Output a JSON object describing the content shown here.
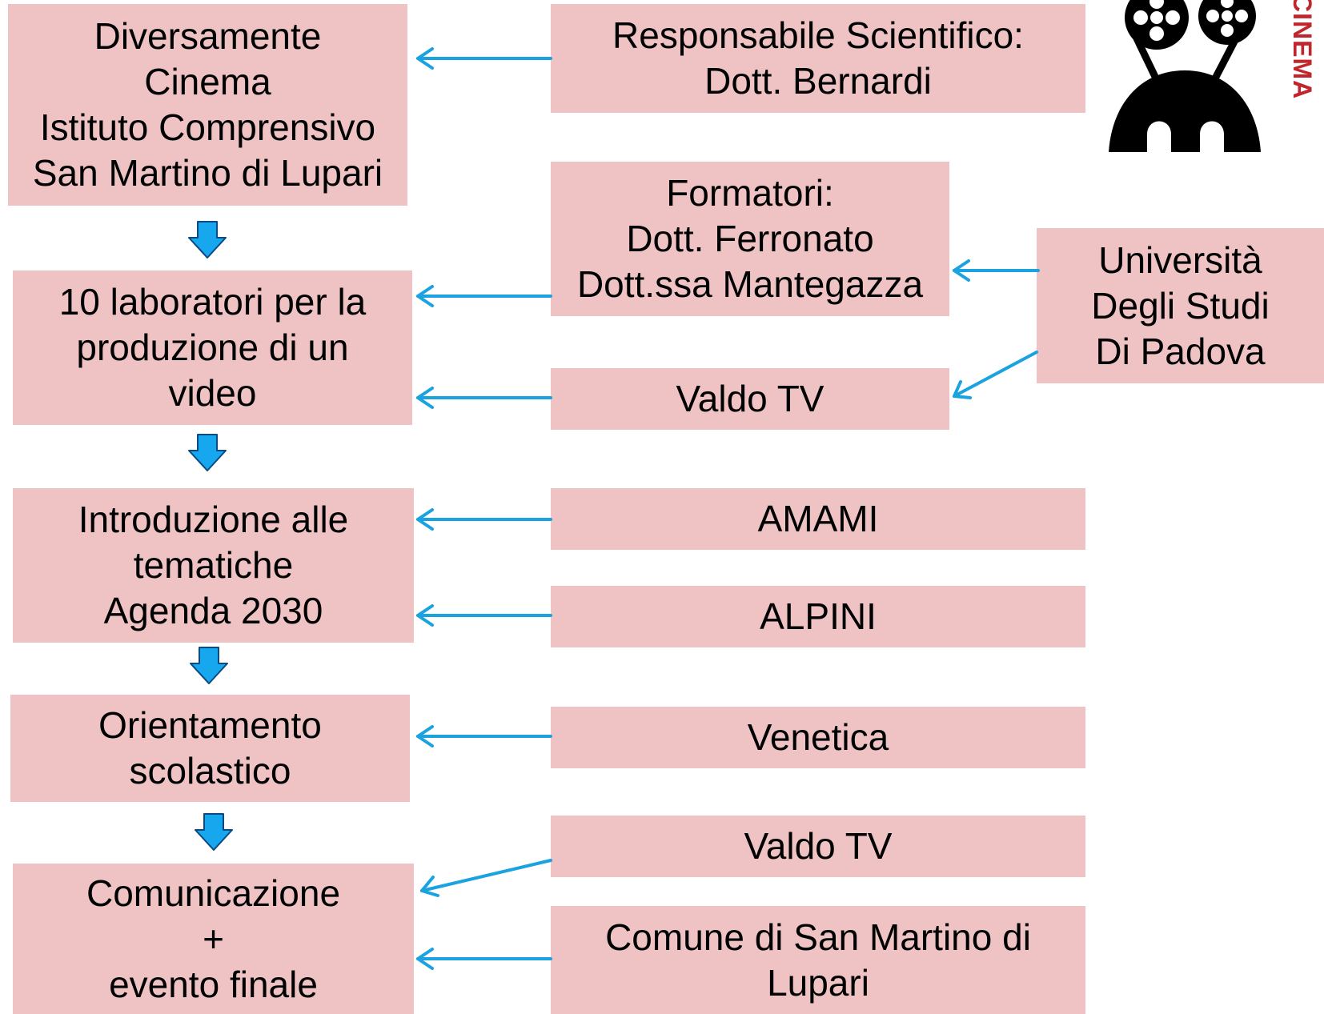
{
  "left_column": [
    {
      "lines": [
        "Diversamente",
        "Cinema",
        "Istituto Comprensivo",
        "San Martino di Lupari"
      ]
    },
    {
      "lines": [
        "10 laboratori per la",
        "produzione di un",
        "video"
      ]
    },
    {
      "lines": [
        "Introduzione alle",
        "tematiche",
        "Agenda 2030"
      ]
    },
    {
      "lines": [
        "Orientamento",
        "scolastico"
      ]
    },
    {
      "lines": [
        "Comunicazione",
        "+",
        "evento finale"
      ]
    }
  ],
  "middle_column": [
    {
      "lines": [
        "Responsabile Scientifico:",
        "Dott. Bernardi"
      ]
    },
    {
      "lines": [
        "Formatori:",
        "Dott. Ferronato",
        "Dott.ssa Mantegazza"
      ]
    },
    {
      "lines": [
        "Valdo TV"
      ]
    },
    {
      "lines": [
        "AMAMI"
      ]
    },
    {
      "lines": [
        "ALPINI"
      ]
    },
    {
      "lines": [
        "Venetica"
      ]
    },
    {
      "lines": [
        "Valdo TV"
      ]
    },
    {
      "lines": [
        "Comune di San Martino di",
        "Lupari"
      ]
    }
  ],
  "right_box": {
    "lines": [
      "Università",
      "Degli Studi",
      "Di Padova"
    ]
  },
  "logo": {
    "text": "CINEMA",
    "icon": "film-reel-creature-icon"
  },
  "colors": {
    "box_fill": "#efc3c4",
    "arrow_line": "#1aa3e0",
    "down_arrow_fill": "#17a7ee",
    "logo_black": "#000000",
    "logo_text": "#c0262c"
  }
}
